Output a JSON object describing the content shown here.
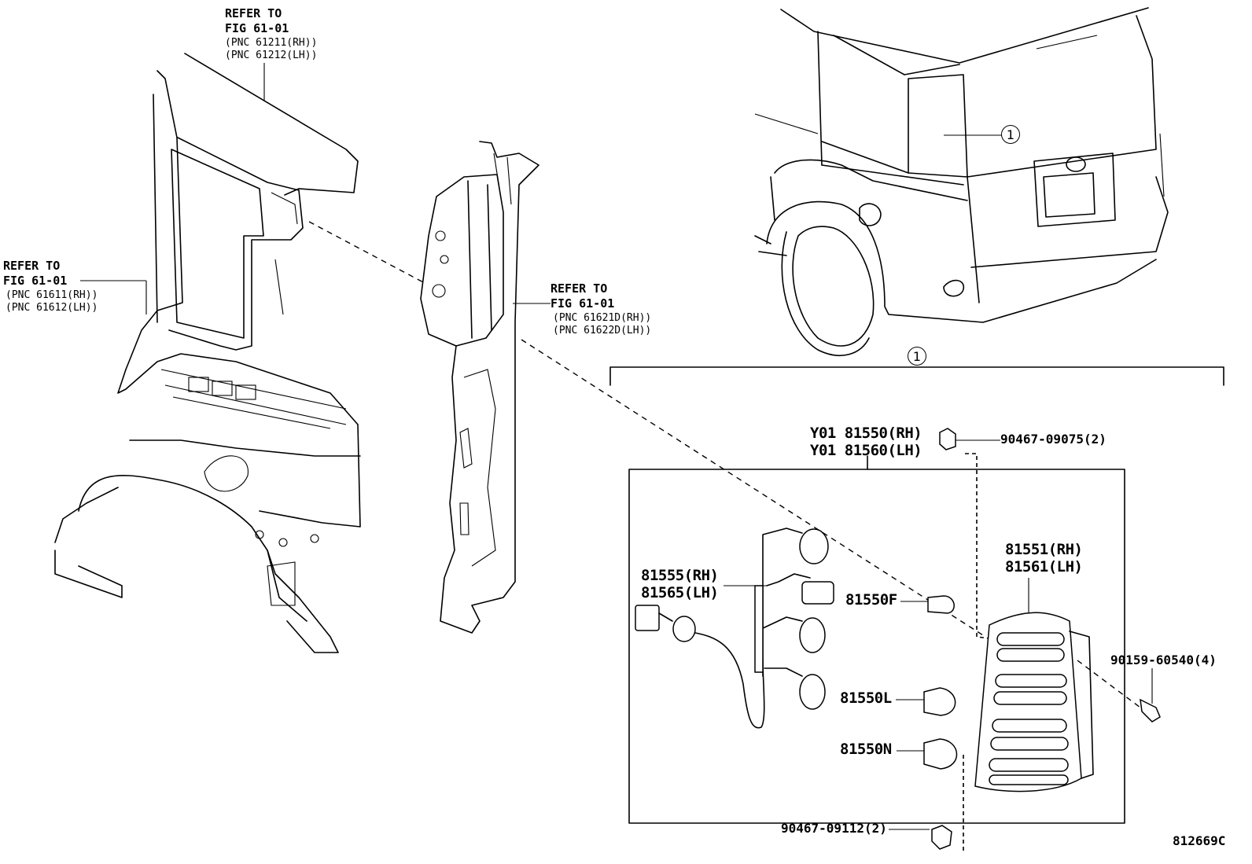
{
  "refs": {
    "top": {
      "line1": "REFER TO",
      "line2": "FIG 61-01",
      "pnc1": "(PNC 61211(RH))",
      "pnc2": "(PNC 61212(LH))"
    },
    "left": {
      "line1": "REFER TO",
      "line2": "FIG 61-01",
      "pnc1": "(PNC 61611(RH))",
      "pnc2": "(PNC 61612(LH))"
    },
    "middle": {
      "line1": "REFER TO",
      "line2": "FIG 61-01",
      "pnc1": "(PNC 61621D(RH))",
      "pnc2": "(PNC 61622D(LH))"
    }
  },
  "callout_symbol": "1",
  "parts": {
    "assembly_rh": "Y01 81550(RH)",
    "assembly_lh": "Y01 81560(LH)",
    "clip_top": "90467-09075(2)",
    "lens_rh": "81551(RH)",
    "lens_lh": "81561(LH)",
    "socket_rh": "81555(RH)",
    "socket_lh": "81565(LH)",
    "bulb_f": "81550F",
    "bulb_l": "81550L",
    "bulb_n": "81550N",
    "screw": "90159-60540(4)",
    "clip_bottom": "90467-09112(2)"
  },
  "figure_id": "812669C"
}
